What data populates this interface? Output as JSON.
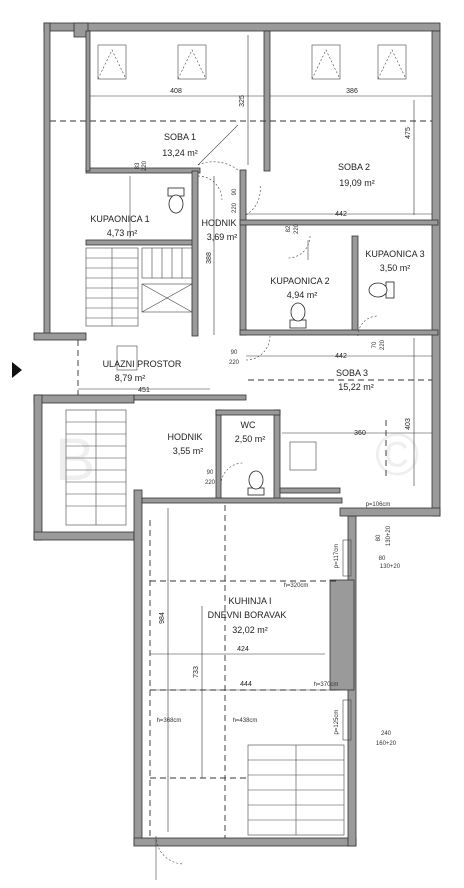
{
  "rooms": {
    "soba1": {
      "name": "SOBA 1",
      "area": "13,24 m²"
    },
    "soba2": {
      "name": "SOBA 2",
      "area": "19,09 m²"
    },
    "kupaonica1": {
      "name": "KUPAONICA 1",
      "area": "4,73 m²"
    },
    "hodnik1": {
      "name": "HODNIK",
      "area": "3,69 m²"
    },
    "kupaonica2": {
      "name": "KUPAONICA 2",
      "area": "4,94 m²"
    },
    "kupaonica3": {
      "name": "KUPAONICA 3",
      "area": "3,50 m²"
    },
    "ulazni": {
      "name": "ULAZNI PROSTOR",
      "area": "8,79 m²"
    },
    "soba3": {
      "name": "SOBA 3",
      "area": "15,22 m²"
    },
    "hodnik2": {
      "name": "HODNIK",
      "area": "3,55 m²"
    },
    "wc": {
      "name": "WC",
      "area": "2,50 m²"
    },
    "kuhinja1": {
      "name": "KUHINJA I"
    },
    "kuhinja2": {
      "name": "DNEVNI BORAVAK",
      "area": "32,02 m²"
    }
  },
  "dimensions": {
    "d408": "408",
    "d325": "325",
    "d386": "386",
    "d475": "475",
    "d442a": "442",
    "d388": "388",
    "d442b": "442",
    "d451": "451",
    "d403": "403",
    "d360": "360",
    "d984": "984",
    "d424": "424",
    "d733": "733",
    "d444": "444",
    "door83": "83",
    "door220a": "220",
    "door90a": "90",
    "door220b": "220",
    "door82": "82",
    "door220c": "220",
    "door70": "70",
    "door220d": "220",
    "door90b": "90",
    "door220e": "220",
    "door90c": "90",
    "door220f": "220",
    "p106": "p=106cm",
    "p117": "p=117cm",
    "p125": "p=125cm",
    "h320": "h=320cm",
    "h370": "h=370cm",
    "h368": "h=368cm",
    "h438": "h=438cm",
    "w80a": "80",
    "w130": "130+20",
    "w80b": "80",
    "w130b": "130+20",
    "w240": "240",
    "w160": "160+20"
  },
  "watermark": "B..."
}
